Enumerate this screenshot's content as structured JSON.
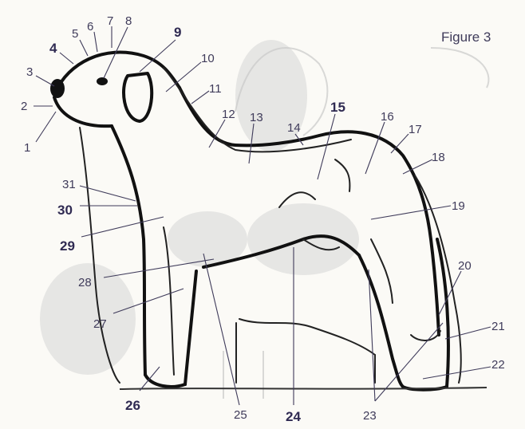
{
  "figure": {
    "title": "Figure 3"
  },
  "labels": [
    {
      "id": "1",
      "text": "1",
      "bold": false
    },
    {
      "id": "2",
      "text": "2",
      "bold": false
    },
    {
      "id": "3",
      "text": "3",
      "bold": false
    },
    {
      "id": "4",
      "text": "4",
      "bold": true
    },
    {
      "id": "5",
      "text": "5",
      "bold": false
    },
    {
      "id": "6",
      "text": "6",
      "bold": false
    },
    {
      "id": "7",
      "text": "7",
      "bold": false
    },
    {
      "id": "8",
      "text": "8",
      "bold": false
    },
    {
      "id": "9",
      "text": "9",
      "bold": true
    },
    {
      "id": "10",
      "text": "10",
      "bold": false
    },
    {
      "id": "11",
      "text": "11",
      "bold": false
    },
    {
      "id": "12",
      "text": "12",
      "bold": false
    },
    {
      "id": "13",
      "text": "13",
      "bold": false
    },
    {
      "id": "14",
      "text": "14",
      "bold": false
    },
    {
      "id": "15",
      "text": "15",
      "bold": true
    },
    {
      "id": "16",
      "text": "16",
      "bold": false
    },
    {
      "id": "17",
      "text": "17",
      "bold": false
    },
    {
      "id": "18",
      "text": "18",
      "bold": false
    },
    {
      "id": "19",
      "text": "19",
      "bold": false
    },
    {
      "id": "20",
      "text": "20",
      "bold": false
    },
    {
      "id": "21",
      "text": "21",
      "bold": false
    },
    {
      "id": "22",
      "text": "22",
      "bold": false
    },
    {
      "id": "23",
      "text": "23",
      "bold": false
    },
    {
      "id": "24",
      "text": "24",
      "bold": true
    },
    {
      "id": "25",
      "text": "25",
      "bold": false
    },
    {
      "id": "26",
      "text": "26",
      "bold": true
    },
    {
      "id": "27",
      "text": "27",
      "bold": false
    },
    {
      "id": "28",
      "text": "28",
      "bold": false
    },
    {
      "id": "29",
      "text": "29",
      "bold": true
    },
    {
      "id": "30",
      "text": "30",
      "bold": true
    },
    {
      "id": "31",
      "text": "31",
      "bold": false
    }
  ]
}
